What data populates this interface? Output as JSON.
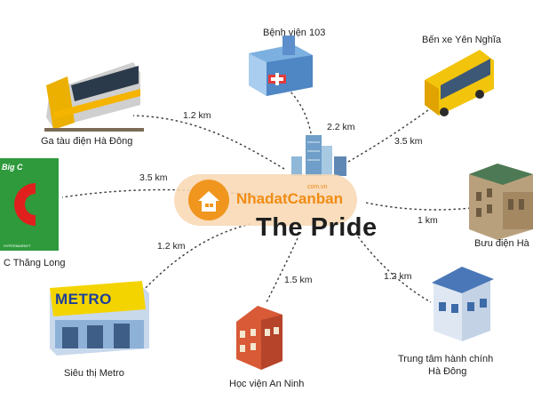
{
  "center": {
    "title": "The Pride"
  },
  "watermark": {
    "brand": "NhadatCanban",
    "domain": "com.vn"
  },
  "locations": [
    {
      "name": "Bệnh viện 103",
      "distance": "2.2 km",
      "icon": "hospital-icon"
    },
    {
      "name": "Bến xe Yên Nghĩa",
      "distance": "3.5 km",
      "icon": "bus-icon"
    },
    {
      "name": "Ga tàu điện Hà Đông",
      "distance": "1.2 km",
      "icon": "train-icon"
    },
    {
      "name": "C Thăng Long",
      "distance": "3.5 km",
      "icon": "bigc-logo-icon"
    },
    {
      "name": "Bưu điện Hà",
      "distance": "1 km",
      "icon": "post-office-icon"
    },
    {
      "name": "Siêu thị Metro",
      "distance": "1.2 km",
      "icon": "metro-store-icon"
    },
    {
      "name": "Học viện An Ninh",
      "distance": "1.5 km",
      "icon": "academy-icon"
    },
    {
      "name": "Trung tâm hành chính",
      "name2": "Hà Đông",
      "distance": "1.2 km",
      "icon": "admin-center-icon"
    }
  ],
  "logos": {
    "bigc": "Big C",
    "bigc_sub": "HYPERMARKET",
    "metro": "METRO"
  },
  "colors": {
    "link_line": "#3a3a3a",
    "watermark": "#f0961e",
    "bigc_bg": "#2e9a3c",
    "bigc_red": "#e0201c"
  }
}
